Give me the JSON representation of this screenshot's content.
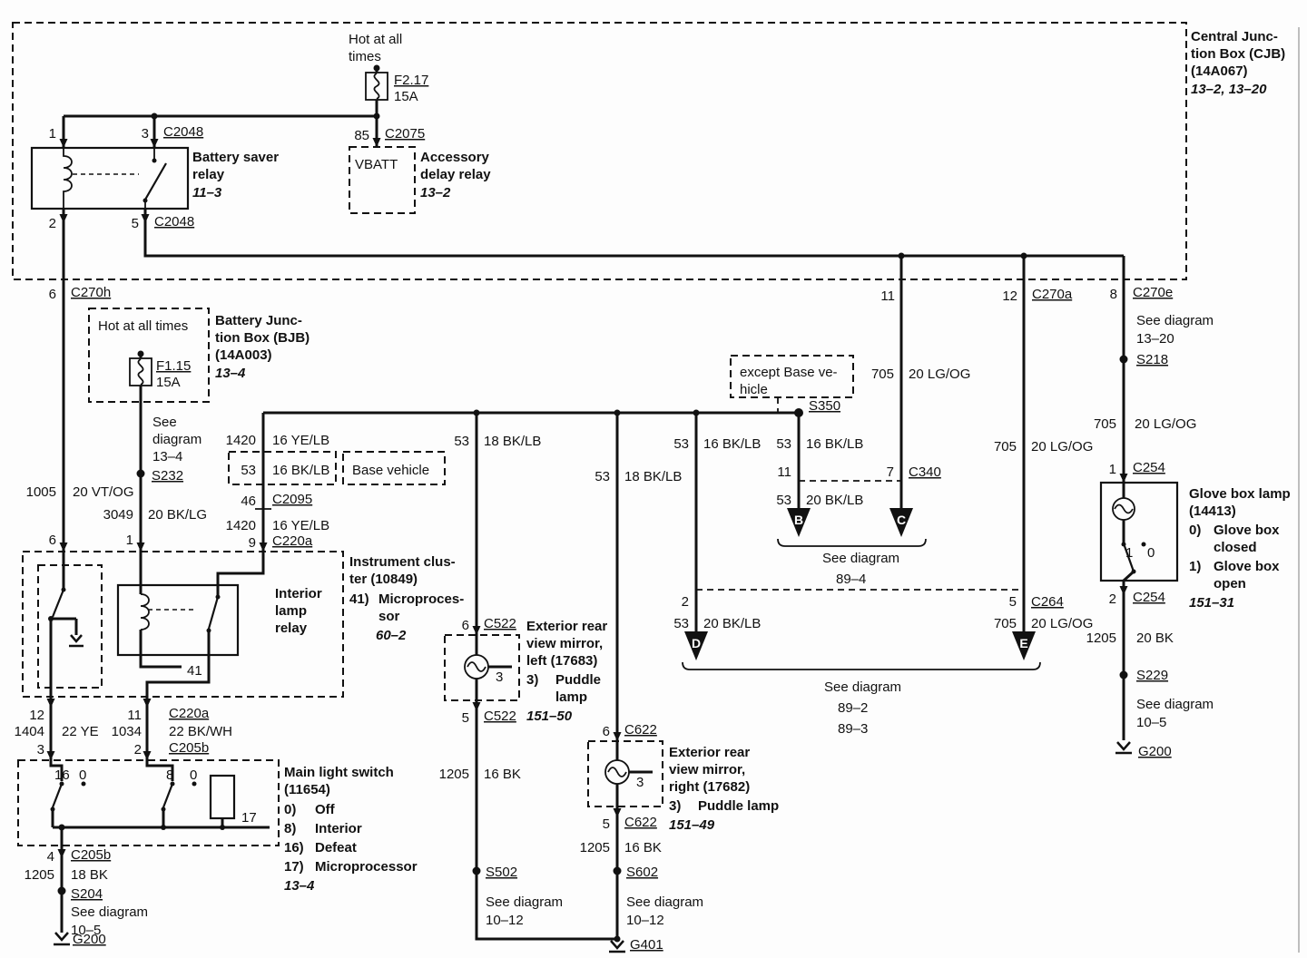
{
  "cjb": {
    "name1": "Central Junc-",
    "name2": "tion Box (CJB)",
    "name3": "(14A067)",
    "ref": "13–2, 13–20",
    "hot1": "Hot at all",
    "hot2": "times",
    "fuse_id": "F2.17",
    "fuse_amp": "15A"
  },
  "bsr": {
    "name1": "Battery saver",
    "name2": "relay",
    "ref": "11–3",
    "pin1": "1",
    "pin3": "3",
    "pin2": "2",
    "pin5": "5",
    "conn_top": "C2048",
    "conn_bot": "C2048"
  },
  "adr": {
    "name1": "Accessory",
    "name2": "delay relay",
    "ref": "13–2",
    "pin85": "85",
    "conn": "C2075",
    "vbatt": "VBATT"
  },
  "row2": {
    "pin6": "6",
    "c270h": "C270h",
    "pin11": "11",
    "pin12": "12",
    "c270a": "C270a",
    "pin8": "8",
    "c270e": "C270e"
  },
  "bjb": {
    "name1": "Battery Junc-",
    "name2": "tion Box (BJB)",
    "name3": "(14A003)",
    "ref": "13–4",
    "hot": "Hot at all times",
    "fuse_id": "F1.15",
    "fuse_amp": "15A",
    "see1": "See",
    "see2": "diagram",
    "see3": "13–4",
    "splice": "S232"
  },
  "cluster": {
    "name1": "Instrument clus-",
    "name2": "ter (10849)",
    "item41_num": "41)",
    "item41a": "Microproces-",
    "item41b": "sor",
    "ref": "60–2",
    "relay1": "Interior",
    "relay2": "lamp",
    "relay3": "relay",
    "pin41": "41",
    "pin6": "6",
    "pin1": "1",
    "pin12": "12",
    "pin11": "11",
    "conn_c220a": "C220a",
    "pin3": "3",
    "pin2": "2",
    "conn_c205b": "C205b"
  },
  "mls": {
    "name1": "Main light switch",
    "name2": "(11654)",
    "i0n": "0)",
    "i0t": "Off",
    "i8n": "8)",
    "i8t": "Interior",
    "i16n": "16)",
    "i16t": "Defeat",
    "i17n": "17)",
    "i17t": "Microprocessor",
    "ref": "13–4",
    "sw16": "16",
    "sw16_0": "0",
    "sw8": "8",
    "sw8_0": "0",
    "pin17": "17",
    "pin4": "4",
    "conn": "C205b"
  },
  "gnd_left": {
    "splice": "S204",
    "see1": "See diagram",
    "see2": "10–5",
    "ground": "G200"
  },
  "mirror_left": {
    "pin6": "6",
    "conn_top": "C522",
    "name1": "Exterior rear",
    "name2": "view mirror,",
    "name3": "left (17683)",
    "i3n": "3)",
    "i3a": "Puddle",
    "i3b": "lamp",
    "ref": "151–50",
    "pin3": "3",
    "pin5": "5",
    "conn_bot": "C522",
    "splice": "S502",
    "see1": "See diagram",
    "see2": "10–12"
  },
  "mirror_right": {
    "pin6": "6",
    "conn_top": "C622",
    "name1": "Exterior rear",
    "name2": "view mirror,",
    "name3": "right (17682)",
    "i3n": "3)",
    "i3t": "Puddle lamp",
    "ref": "151–49",
    "pin3": "3",
    "pin5": "5",
    "conn_bot": "C622",
    "splice": "S602",
    "see1": "See diagram",
    "see2": "10–12",
    "ground": "G401"
  },
  "right_col": {
    "see1": "See diagram",
    "see2": "13–20",
    "splice_s218": "S218",
    "pin1": "1",
    "c254_top": "C254",
    "pin2": "2",
    "c254_bot": "C254",
    "splice_s229": "S229",
    "see105a": "See diagram",
    "see105b": "10–5",
    "ground": "G200"
  },
  "glove": {
    "name1": "Glove box lamp",
    "name2": "(14413)",
    "i0n": "0)",
    "i0a": "Glove box",
    "i0b": "closed",
    "i1n": "1)",
    "i1a": "Glove box",
    "i1b": "open",
    "ref": "151–31",
    "sw1": "1",
    "sw0": "0"
  },
  "conn": {
    "c2095_pin": "46",
    "c2095": "C2095",
    "c220a_pin": "9",
    "c220a": "C220a",
    "c340_pl": "11",
    "c340_pr": "7",
    "c340": "C340",
    "c264_pl": "2",
    "c264_pr": "5",
    "c264": "C264"
  },
  "s350": {
    "label": "S350",
    "except1": "except Base ve-",
    "except2": "hicle"
  },
  "arrows": {
    "b": "B",
    "c": "C",
    "d": "D",
    "e": "E"
  },
  "see894": {
    "l1": "See diagram",
    "l2": "89–4"
  },
  "see8923": {
    "l1": "See diagram",
    "l2": "89–2",
    "l3": "89–3"
  },
  "wires": {
    "w1005": {
      "c": "1005",
      "g": "20 VT/OG"
    },
    "w3049": {
      "c": "3049",
      "g": "20 BK/LG"
    },
    "w1420a": {
      "c": "1420",
      "g": "16 YE/LB"
    },
    "w53alt": {
      "c": "53",
      "g": "16 BK/LB"
    },
    "base_vehicle": "Base vehicle",
    "w1420b": {
      "c": "1420",
      "g": "16 YE/LB"
    },
    "w53l": {
      "c": "53",
      "g": "18 BK/LB"
    },
    "w53m": {
      "c": "53",
      "g": "18 BK/LB"
    },
    "w53d": {
      "c": "53",
      "g": "16 BK/LB"
    },
    "w53s": {
      "c": "53",
      "g": "16 BK/LB"
    },
    "w53s2": {
      "c": "53",
      "g": "20 BK/LB"
    },
    "w53d2": {
      "c": "53",
      "g": "20 BK/LB"
    },
    "w705c": {
      "c": "705",
      "g": "20 LG/OG"
    },
    "w705e": {
      "c": "705",
      "g": "20 LG/OG"
    },
    "w705e2": {
      "c": "705",
      "g": "20 LG/OG"
    },
    "w705g": {
      "c": "705",
      "g": "20 LG/OG"
    },
    "w1404": {
      "c": "1404",
      "g": "22 YE"
    },
    "w1034": {
      "c": "1034",
      "g": "22 BK/WH"
    },
    "w1205a": {
      "c": "1205",
      "g": "18 BK"
    },
    "w1205l": {
      "c": "1205",
      "g": "16 BK"
    },
    "w1205r": {
      "c": "1205",
      "g": "16 BK"
    },
    "w1205g": {
      "c": "1205",
      "g": "20 BK"
    }
  }
}
